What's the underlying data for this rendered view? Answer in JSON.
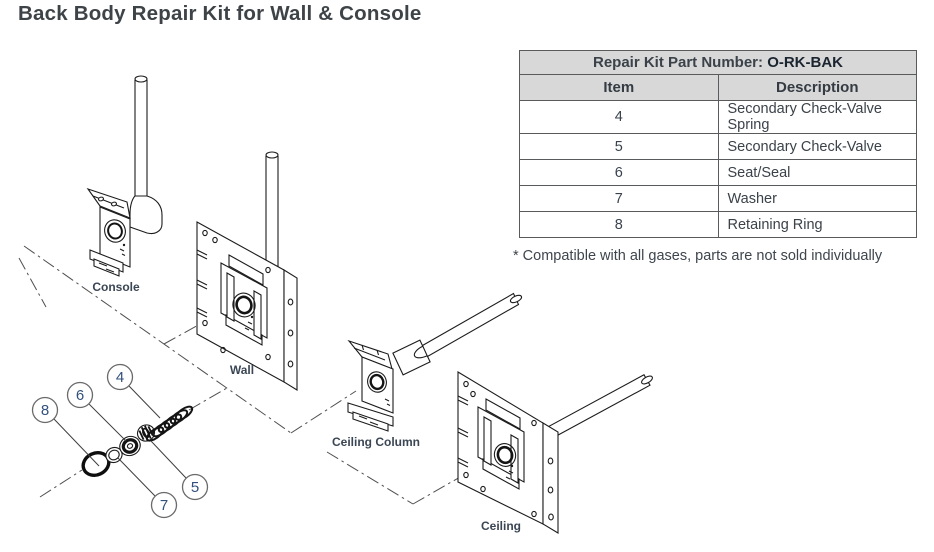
{
  "page": {
    "title": "Back Body Repair Kit for Wall & Console"
  },
  "table": {
    "title_label": "Repair Kit Part Number: ",
    "part_number": "O-RK-BAK",
    "columns": [
      "Item",
      "Description"
    ],
    "rows": [
      {
        "item": "4",
        "description": "Secondary Check-Valve Spring"
      },
      {
        "item": "5",
        "description": "Secondary Check-Valve"
      },
      {
        "item": "6",
        "description": "Seat/Seal"
      },
      {
        "item": "7",
        "description": "Washer"
      },
      {
        "item": "8",
        "description": "Retaining Ring"
      }
    ],
    "footnote": "* Compatible with all gases, parts are not sold individually"
  },
  "diagram": {
    "labels": {
      "console": "Console",
      "wall": "Wall",
      "ceiling_column": "Ceiling Column",
      "ceiling": "Ceiling"
    },
    "callouts": [
      {
        "number": "4"
      },
      {
        "number": "6"
      },
      {
        "number": "8"
      },
      {
        "number": "5"
      },
      {
        "number": "7"
      }
    ]
  },
  "colors": {
    "callout_number": "#31507d",
    "table_header_bg": "#d8d8d9",
    "table_border": "#595a5c",
    "line_art": "#1c1c1c",
    "centerline": "#4f4f4f",
    "text": "#3b4249"
  }
}
